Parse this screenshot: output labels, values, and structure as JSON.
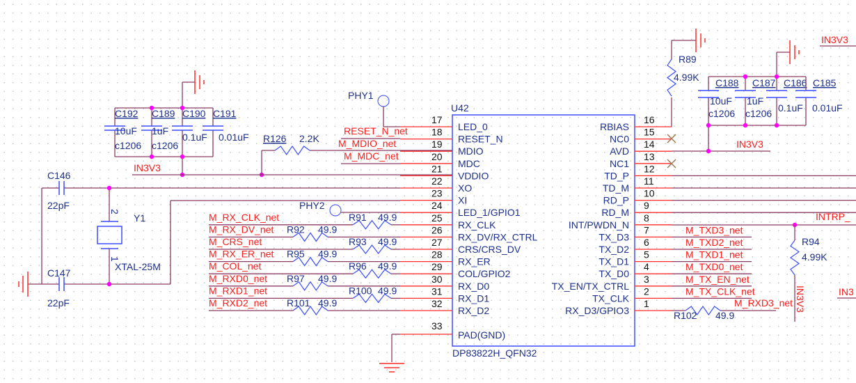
{
  "colors": {
    "wire": "#8b3a62",
    "pin": "#ff2a2a",
    "component": "#3a4cff",
    "net_label": "#ff1a1a",
    "junction": "#ff00ff",
    "text": "#1c2f8c"
  },
  "chip": {
    "ref": "U42",
    "part": "DP83822H_QFN32",
    "left_pins": [
      {
        "num": "17",
        "name": "LED_0"
      },
      {
        "num": "18",
        "name": "RESET_N"
      },
      {
        "num": "19",
        "name": "MDIO"
      },
      {
        "num": "20",
        "name": "MDC"
      },
      {
        "num": "21",
        "name": "VDDIO"
      },
      {
        "num": "22",
        "name": "XO"
      },
      {
        "num": "23",
        "name": "XI"
      },
      {
        "num": "24",
        "name": "LED_1/GPIO1"
      },
      {
        "num": "25",
        "name": "RX_CLK"
      },
      {
        "num": "26",
        "name": "RX_DV/RX_CTRL"
      },
      {
        "num": "27",
        "name": "CRS/CRS_DV"
      },
      {
        "num": "28",
        "name": "RX_ER"
      },
      {
        "num": "29",
        "name": "COL/GPIO2"
      },
      {
        "num": "30",
        "name": "RX_D0"
      },
      {
        "num": "31",
        "name": "RX_D1"
      },
      {
        "num": "32",
        "name": "RX_D2"
      }
    ],
    "pad_pin": {
      "num": "33",
      "name": "PAD(GND)"
    },
    "right_pins": [
      {
        "num": "16",
        "name": "RBIAS"
      },
      {
        "num": "15",
        "name": "NC0"
      },
      {
        "num": "14",
        "name": "AVD"
      },
      {
        "num": "13",
        "name": "NC1"
      },
      {
        "num": "12",
        "name": "TD_P"
      },
      {
        "num": "11",
        "name": "TD_M"
      },
      {
        "num": "10",
        "name": "RD_P"
      },
      {
        "num": "9",
        "name": "RD_M"
      },
      {
        "num": "8",
        "name": "INT/PWDN_N"
      },
      {
        "num": "7",
        "name": "TX_D3"
      },
      {
        "num": "6",
        "name": "TX_D2"
      },
      {
        "num": "5",
        "name": "TX_D1"
      },
      {
        "num": "4",
        "name": "TX_D0"
      },
      {
        "num": "3",
        "name": "TX_EN/TX_CTRL"
      },
      {
        "num": "2",
        "name": "TX_CLK"
      },
      {
        "num": "1",
        "name": "RX_D3/GPIO3"
      }
    ]
  },
  "test_points": [
    "PHY1",
    "PHY2"
  ],
  "nets_left_top": [
    "RESET_N_net",
    "M_MDIO_net",
    "M_MDC_net"
  ],
  "power_net": "IN3V3",
  "rx_nets": [
    {
      "net": "M_RX_CLK_net",
      "res": "R91",
      "val": "49.9"
    },
    {
      "net": "M_RX_DV_net",
      "res": "R92",
      "val": "49.9"
    },
    {
      "net": "M_CRS_net",
      "res": "R93",
      "val": "49.9"
    },
    {
      "net": "M_RX_ER_net",
      "res": "R95",
      "val": "49.9"
    },
    {
      "net": "M_COL_net",
      "res": "R96",
      "val": "49.9"
    },
    {
      "net": "M_RXD0_net",
      "res": "R97",
      "val": "49.9"
    },
    {
      "net": "M_RXD1_net",
      "res": "R100",
      "val": "49.9"
    },
    {
      "net": "M_RXD2_net",
      "res": "R101",
      "val": "49.9"
    }
  ],
  "tx_nets": [
    "M_TXD3_net",
    "M_TXD2_net",
    "M_TXD1_net",
    "M_TXD0_net",
    "M_TX_EN_net",
    "M_TX_CLK_net"
  ],
  "rxd3": {
    "net": "M_RXD3_net",
    "res": "R102",
    "val": "49.9"
  },
  "intrp_net": "INTRP_",
  "in3_partial": "IN3",
  "r126": {
    "ref": "R126",
    "val": "2.2K"
  },
  "r89": {
    "ref": "R89",
    "val": "4.99K"
  },
  "r94": {
    "ref": "R94",
    "val": "4.99K"
  },
  "caps_left": [
    {
      "ref": "C192",
      "val": "10uF",
      "pkg": "c1206"
    },
    {
      "ref": "C189",
      "val": "1uF",
      "pkg": "c1206"
    },
    {
      "ref": "C190",
      "val": "0.1uF"
    },
    {
      "ref": "C191",
      "val": "0.01uF"
    }
  ],
  "caps_right": [
    {
      "ref": "C188",
      "val": "10uF",
      "pkg": "c1206"
    },
    {
      "ref": "C187",
      "val": "1uF",
      "pkg": "c1206"
    },
    {
      "ref": "C186",
      "val": "0.1uF"
    },
    {
      "ref": "C185",
      "val": "0.01uF"
    }
  ],
  "crystal": {
    "ref": "Y1",
    "part": "XTAL-25M",
    "pin1": "1",
    "pin2": "2"
  },
  "c146": {
    "ref": "C146",
    "val": "22pF"
  },
  "c147": {
    "ref": "C147",
    "val": "22pF"
  }
}
